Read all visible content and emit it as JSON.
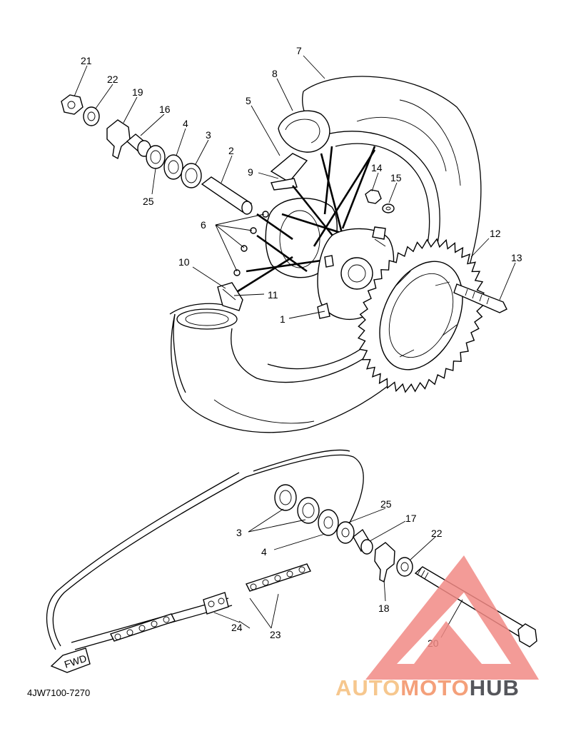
{
  "diagram_code": "4JW7100-7270",
  "fwd_tag": "FWD",
  "brand": {
    "part1": "AUTO",
    "part2": "MOTO",
    "part3": "HUB",
    "color_light": "#f6c78e",
    "color_mid": "#f4a07a",
    "color_dark": "#55565b",
    "triangle_color": "#f28a85"
  },
  "callouts": [
    "21",
    "22",
    "19",
    "16",
    "4",
    "3",
    "25",
    "2",
    "8",
    "7",
    "5",
    "9",
    "14",
    "15",
    "6",
    "10",
    "11",
    "1",
    "12",
    "13",
    "3",
    "25",
    "17",
    "4",
    "22",
    "18",
    "24",
    "23",
    "20"
  ]
}
